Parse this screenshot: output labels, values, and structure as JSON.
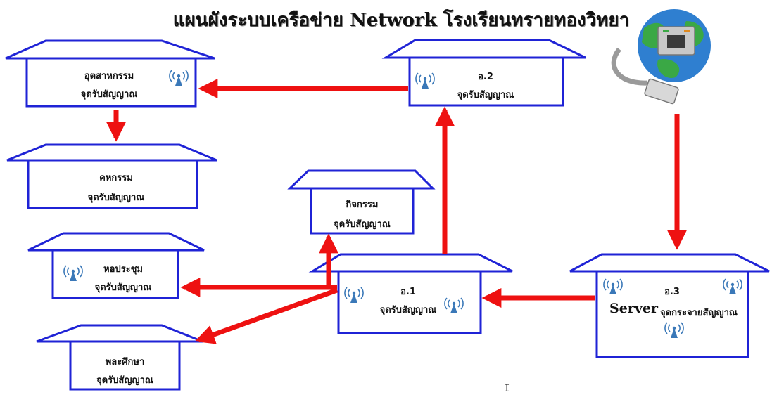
{
  "title": "แผนผังระบบเครือข่าย Network โรงเรียนทรายทองวิทยา",
  "colors": {
    "house_border": "#1f23d6",
    "arrow": "#ee1111",
    "wifi": "#3a78b8"
  },
  "icons": [
    "globe-network-icon",
    "wifi-antenna-icon"
  ],
  "nodes": {
    "udom": {
      "name": "อุตสาหกรรม",
      "role": "จุดรับสัญญาณ"
    },
    "o2": {
      "name": "อ.2",
      "role": "จุดรับสัญญาณ"
    },
    "kaset": {
      "name": "คหกรรม",
      "role": "จุดรับสัญญาณ"
    },
    "kitkam": {
      "name": "กิจกรรม",
      "role": "จุดรับสัญญาณ"
    },
    "hall": {
      "name": "หอประชุม",
      "role": "จุดรับสัญญาณ"
    },
    "o1": {
      "name": "อ.1",
      "role": "จุดรับสัญญาณ"
    },
    "o3": {
      "name": "อ.3",
      "server": "Server",
      "role": "จุดกระจายสัญญาณ"
    },
    "sport": {
      "name": "พละศึกษา",
      "role": "จุดรับสัญญาณ"
    }
  }
}
